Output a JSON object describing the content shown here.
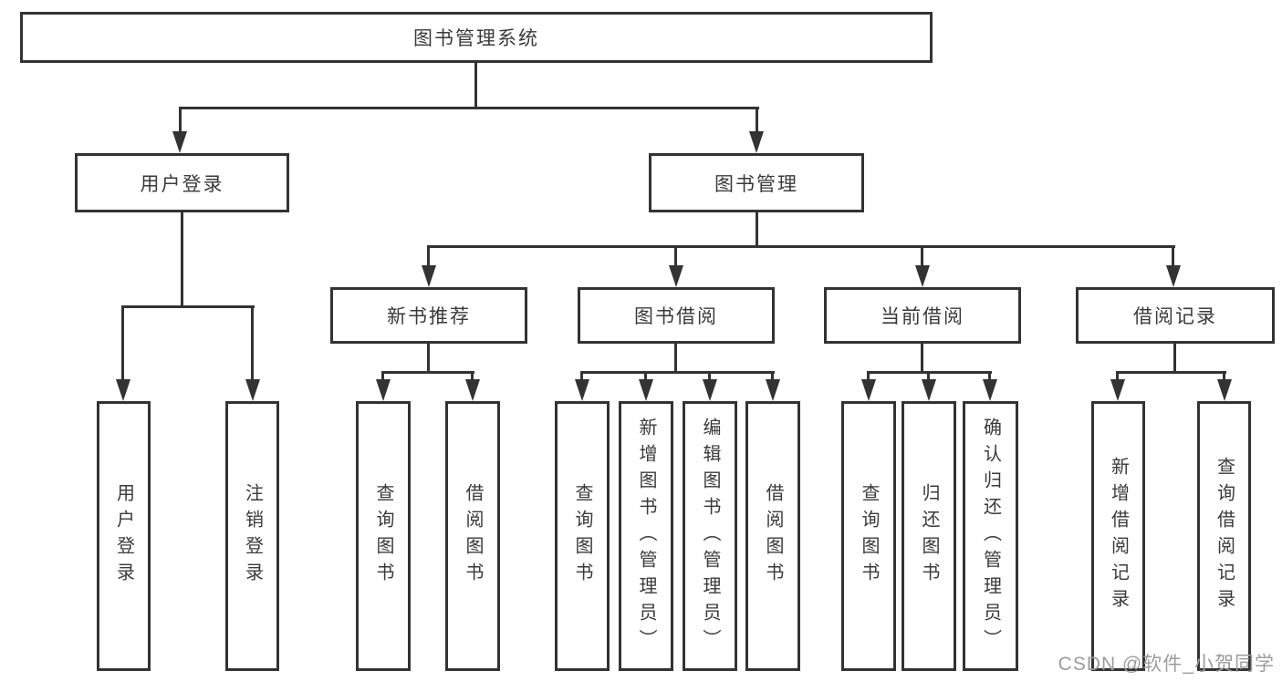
{
  "root": {
    "label": "图书管理系统"
  },
  "level2": [
    {
      "label": "用户登录"
    },
    {
      "label": "图书管理"
    }
  ],
  "level3": [
    {
      "label": "新书推荐"
    },
    {
      "label": "图书借阅"
    },
    {
      "label": "当前借阅"
    },
    {
      "label": "借阅记录"
    }
  ],
  "leaves": {
    "user_login": [
      "用户登录",
      "注销登录"
    ],
    "new_books": [
      "查询图书",
      "借阅图书"
    ],
    "borrow": [
      "查询图书",
      "新增图书（管理员）",
      "编辑图书（管理员）",
      "借阅图书"
    ],
    "current": [
      "查询图书",
      "归还图书",
      "确认归还（管理员）"
    ],
    "records": [
      "新增借阅记录",
      "查询借阅记录"
    ]
  },
  "watermark": "CSDN @软件_小贺同学",
  "colors": {
    "line": "#333333",
    "text": "#3a3a3a",
    "background": "#ffffff",
    "watermark": "#9c9c9c"
  }
}
